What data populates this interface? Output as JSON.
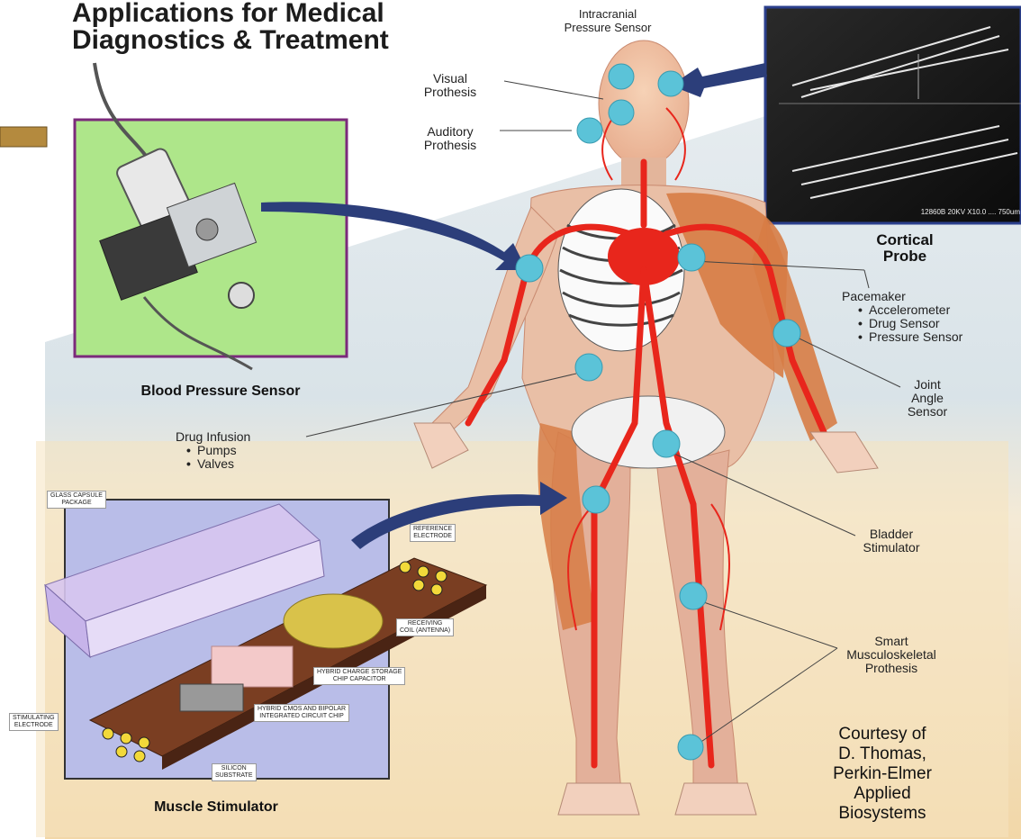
{
  "title_line1": "Applications for Medical",
  "title_line2": "Diagnostics & Treatment",
  "labels": {
    "intracranial": "Intracranial\nPressure Sensor",
    "visual": "Visual\nProthesis",
    "auditory": "Auditory\nProthesis",
    "cortical": "Cortical\nProbe",
    "pacemaker": "Pacemaker",
    "joint": "Joint\nAngle\nSensor",
    "drug": "Drug Infusion",
    "bladder": "Bladder\nStimulator",
    "smart": "Smart\nMusculoskeletal\nProthesis",
    "bp": "Blood Pressure Sensor",
    "muscle": "Muscle Stimulator",
    "sem": "12860B  20KV  X10.0  ....  750um"
  },
  "pacemaker_items": [
    "Accelerometer",
    "Drug Sensor",
    "Pressure Sensor"
  ],
  "drug_items": [
    "Pumps",
    "Valves"
  ],
  "stim_labels": {
    "glass": "GLASS CAPSULE\nPACKAGE",
    "ref": "REFERENCE\nELECTRODE",
    "coil": "RECEIVING\nCOIL (ANTENNA)",
    "hybrid": "HYBRID CHARGE STORAGE\nCHIP CAPACITOR",
    "cmos": "HYBRID CMOS AND BIPOLAR\nINTEGRATED CIRCUIT CHIP",
    "stim": "STIMULATING\nELECTRODE",
    "silicon": "SILICON\nSUBSTRATE"
  },
  "courtesy": "Courtesy of\nD. Thomas,\nPerkin-Elmer\nApplied\nBiosystems"
}
